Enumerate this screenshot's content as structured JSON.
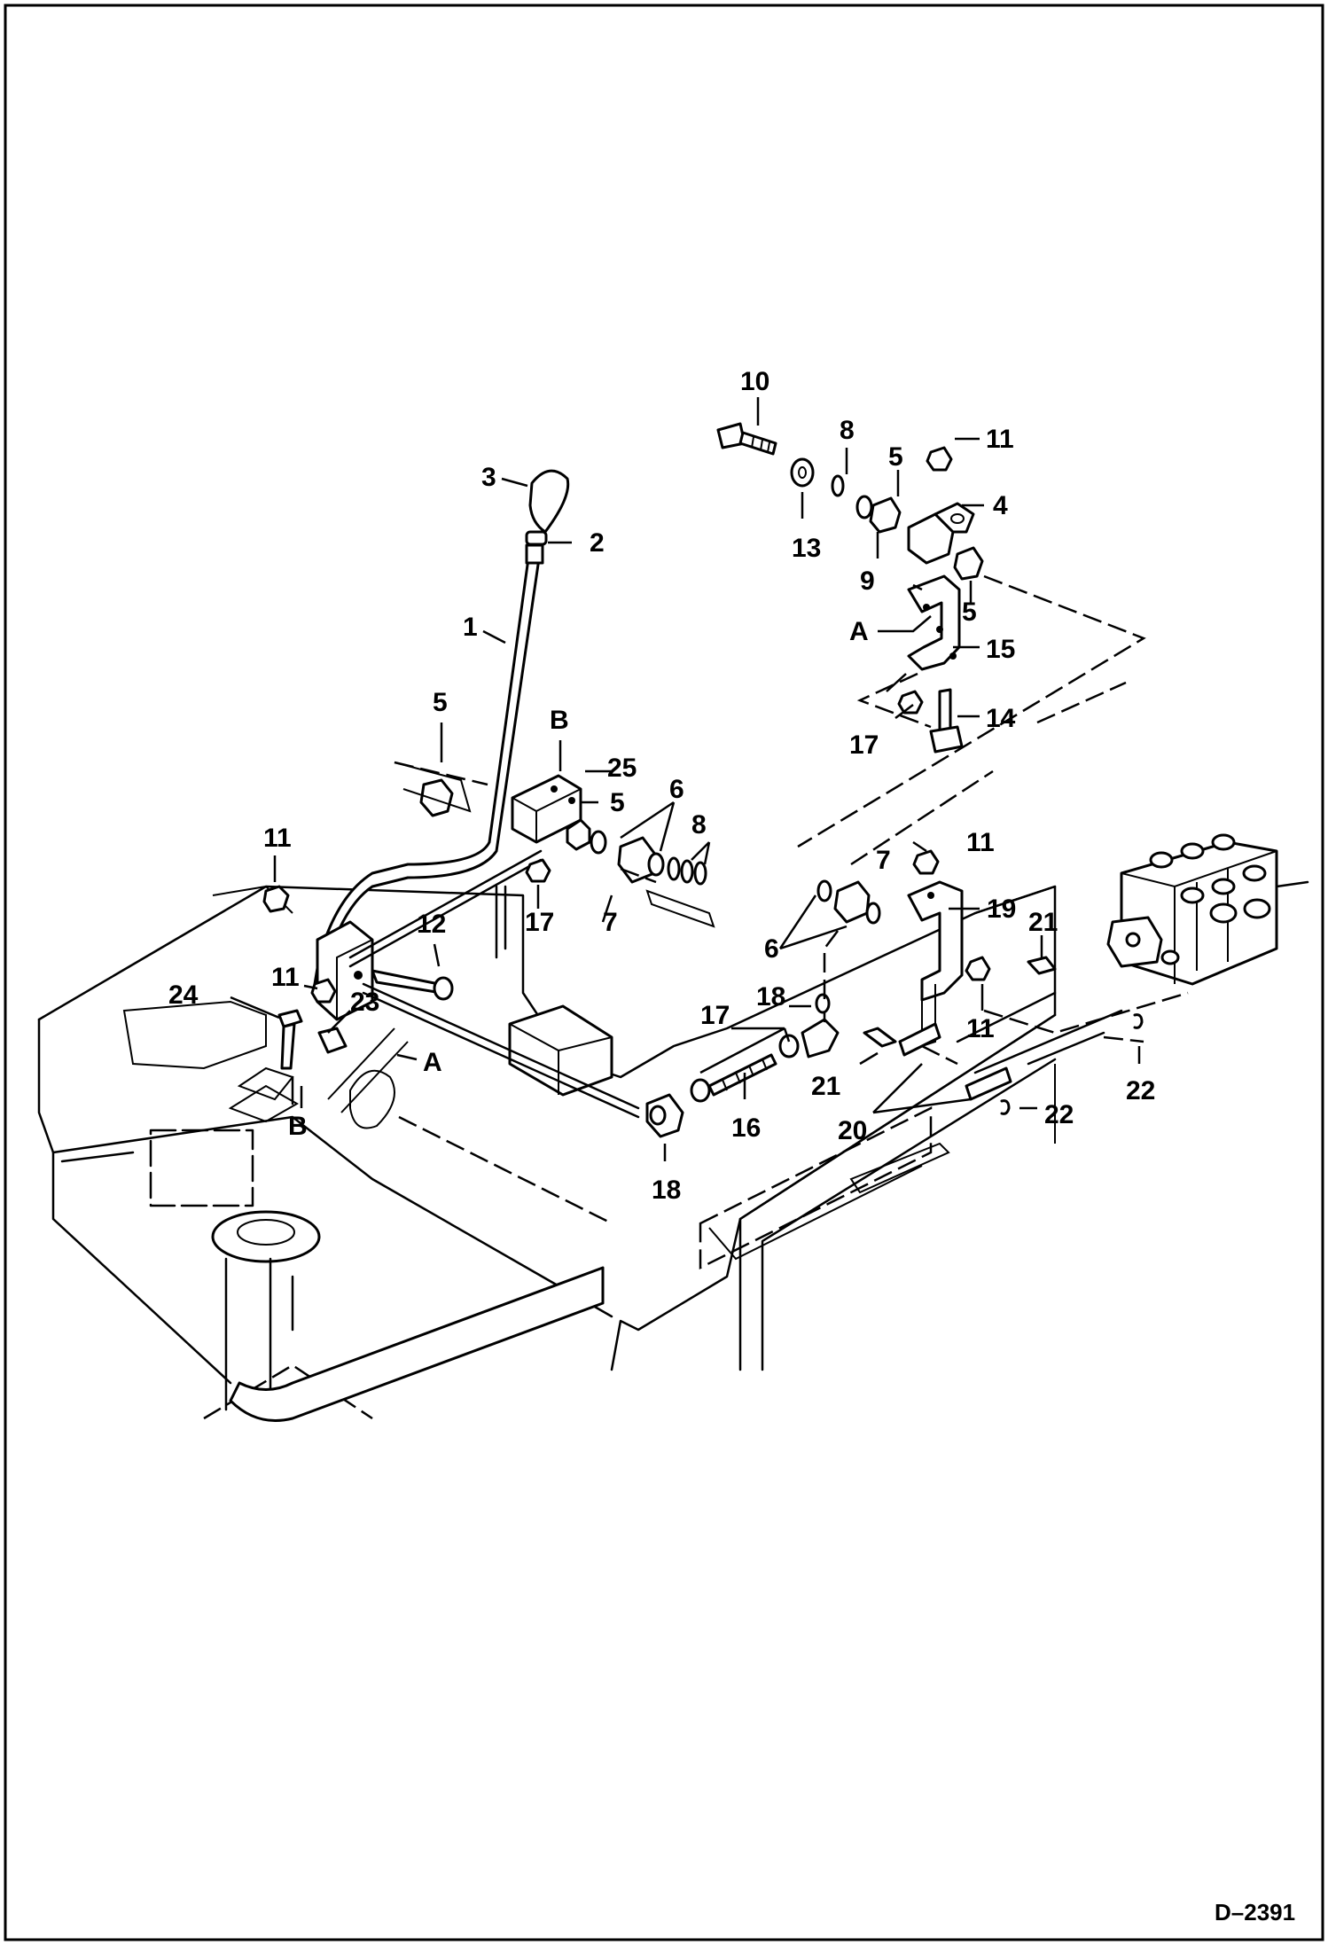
{
  "callouts": [
    {
      "id": "c10",
      "text": "10"
    },
    {
      "id": "c8a",
      "text": "8"
    },
    {
      "id": "c5a",
      "text": "5"
    },
    {
      "id": "c11a",
      "text": "11"
    },
    {
      "id": "c4",
      "text": "4"
    },
    {
      "id": "c13",
      "text": "13"
    },
    {
      "id": "c9",
      "text": "9"
    },
    {
      "id": "c5b",
      "text": "5"
    },
    {
      "id": "cAa",
      "text": "A"
    },
    {
      "id": "c15",
      "text": "15"
    },
    {
      "id": "c17a",
      "text": "17"
    },
    {
      "id": "c14",
      "text": "14"
    },
    {
      "id": "c3",
      "text": "3"
    },
    {
      "id": "c2",
      "text": "2"
    },
    {
      "id": "c1",
      "text": "1"
    },
    {
      "id": "c5c",
      "text": "5"
    },
    {
      "id": "cBa",
      "text": "B"
    },
    {
      "id": "c25",
      "text": "25"
    },
    {
      "id": "c5d",
      "text": "5"
    },
    {
      "id": "c6a",
      "text": "6"
    },
    {
      "id": "c8b",
      "text": "8"
    },
    {
      "id": "c11b",
      "text": "11"
    },
    {
      "id": "c17b",
      "text": "17"
    },
    {
      "id": "c7a",
      "text": "7"
    },
    {
      "id": "c12",
      "text": "12"
    },
    {
      "id": "c11c",
      "text": "11"
    },
    {
      "id": "c24",
      "text": "24"
    },
    {
      "id": "c23",
      "text": "23"
    },
    {
      "id": "cAb",
      "text": "A"
    },
    {
      "id": "cBb",
      "text": "B"
    },
    {
      "id": "c7b",
      "text": "7"
    },
    {
      "id": "c11d",
      "text": "11"
    },
    {
      "id": "c19",
      "text": "19"
    },
    {
      "id": "c6b",
      "text": "6"
    },
    {
      "id": "c21a",
      "text": "21"
    },
    {
      "id": "c11e",
      "text": "11"
    },
    {
      "id": "c18a",
      "text": "18"
    },
    {
      "id": "c17c",
      "text": "17"
    },
    {
      "id": "c16",
      "text": "16"
    },
    {
      "id": "c21b",
      "text": "21"
    },
    {
      "id": "c20",
      "text": "20"
    },
    {
      "id": "c22a",
      "text": "22"
    },
    {
      "id": "c22b",
      "text": "22"
    },
    {
      "id": "c18b",
      "text": "18"
    }
  ],
  "document_ref": "D–2391"
}
